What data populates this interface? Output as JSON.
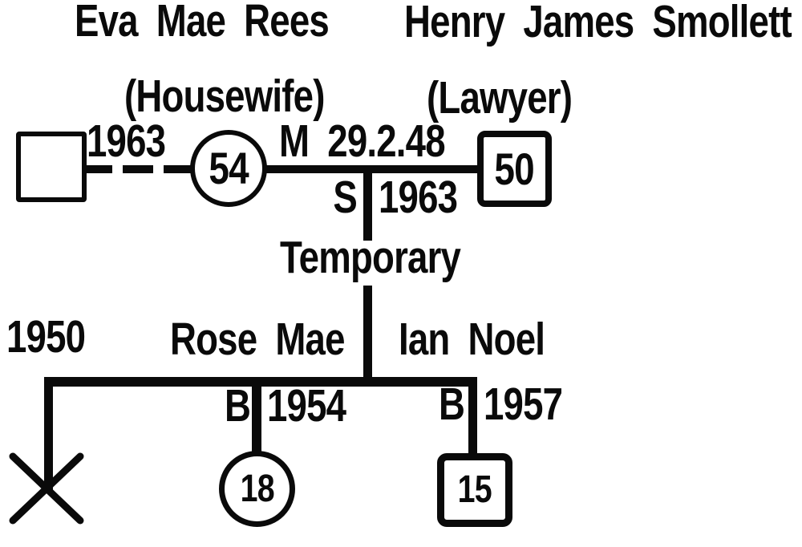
{
  "meta": {
    "description": "Genogram family diagram",
    "ink_color": "#0a0a0a",
    "paper_color": "#ffffff"
  },
  "parents": {
    "mother": {
      "name": "Eva Mae Rees",
      "occupation": "(Housewife)",
      "age": "54"
    },
    "father": {
      "name": "Henry James Smollett",
      "occupation": "(Lawyer)",
      "age": "50"
    }
  },
  "prior_union": {
    "year": "1963",
    "line_style": "dashed"
  },
  "union": {
    "marriage": "M 29.2.48",
    "separation_letter": "S",
    "separation_year": "1963",
    "custody": "Temporary"
  },
  "children": {
    "deceased": {
      "year": "1950",
      "symbol": "x-deceased"
    },
    "rose": {
      "name": "Rose Mae",
      "birth_letter": "B",
      "birth_year": "1954",
      "age": "18",
      "symbol": "circle-female"
    },
    "ian": {
      "name": "Ian Noel",
      "birth_letter": "B",
      "birth_year": "1957",
      "age": "15",
      "symbol": "square-male"
    }
  }
}
